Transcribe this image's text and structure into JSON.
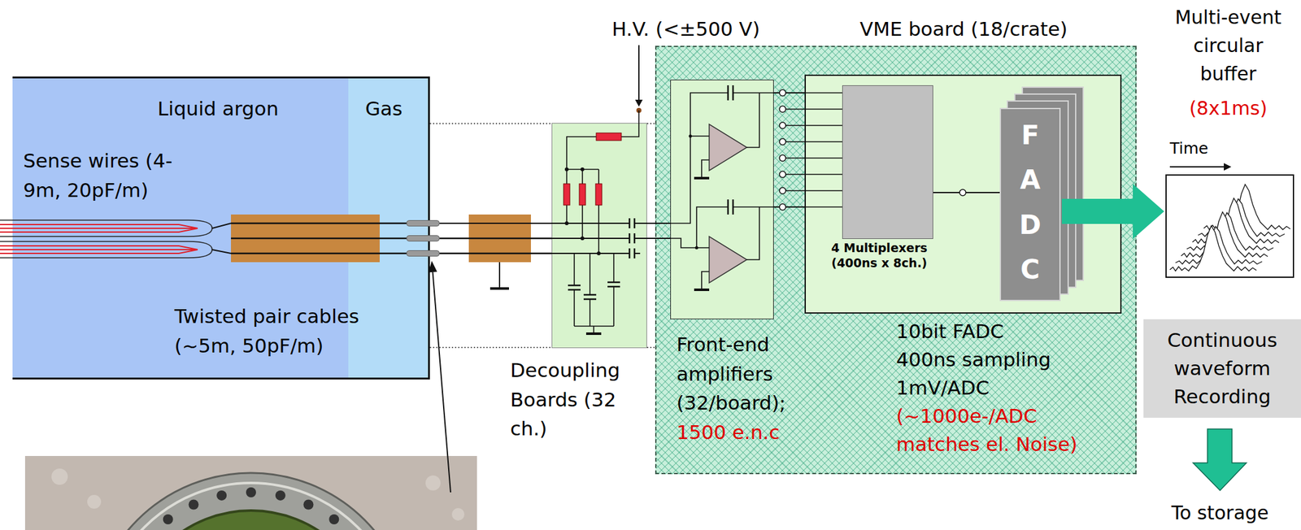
{
  "diagram": {
    "nodes": [
      {
        "text": [
          "Liquid argon"
        ]
      },
      {
        "text": [
          "Gas"
        ]
      },
      {
        "text": [
          "Decoupling Boards (32 ch.)"
        ]
      },
      {
        "text": [
          "VME board (18/crate)"
        ]
      },
      {
        "text": [
          "Front-end amplifiers (32/board);",
          "1500 e.n.c"
        ],
        "in": 3
      },
      {
        "text": [
          "10bit FADC 400ns sampling 1mV/ADC",
          "(~1000e-/ADC matches el. Noise)"
        ],
        "in": 3
      },
      {
        "text": [
          "4 Multiplexers (400ns x 8ch.)"
        ],
        "in": 5
      },
      {
        "text": [
          "FADC"
        ],
        "in": 5
      },
      {
        "text": [
          "Multi-event circular buffer",
          "(8x1ms)",
          "Time"
        ]
      },
      {
        "text": [
          "Continuous waveform Recording"
        ]
      }
    ],
    "edges": [
      {
        "from": 1,
        "to": 2,
        "arrow": "none"
      },
      {
        "from": 2,
        "to": 4,
        "arrow": "none"
      },
      {
        "from": 2,
        "to": 4,
        "arrow": "none"
      },
      {
        "from": 4,
        "to": 5,
        "arrow": "none"
      },
      {
        "from": 4,
        "to": 5,
        "arrow": "none"
      },
      {
        "from": 6,
        "to": 7,
        "arrow": "none"
      },
      {
        "from": 7,
        "to": 8,
        "arrow": "to"
      }
    ],
    "labels": [
      "H.V. (<±500 V)",
      "Sense wires (4-9m, 20pF/m)",
      "Twisted pair cables (~5m, 50pF/m)",
      "To storage"
    ]
  }
}
